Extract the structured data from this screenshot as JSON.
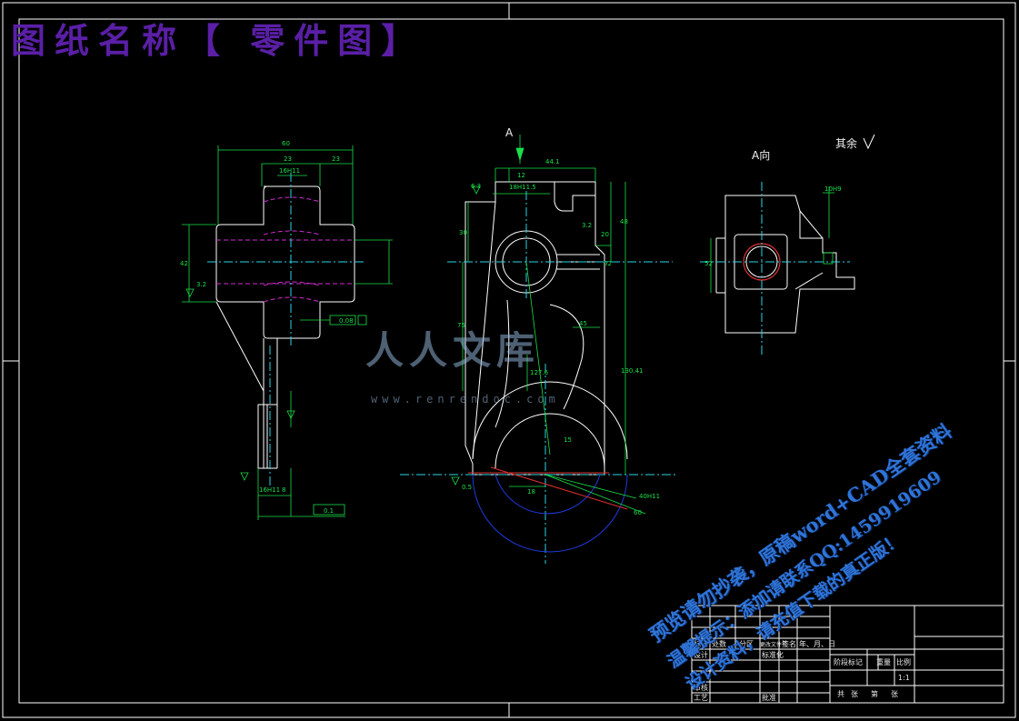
{
  "title": "图纸名称【 零件图】",
  "views": {
    "arrow_label": "A",
    "view_a_label": "A向",
    "surface_note": "其余"
  },
  "dimensions": {
    "d60": "60",
    "d23a": "23",
    "d23b": "23",
    "d16h": "16H11",
    "d42": "42",
    "d3_2": "3.2",
    "d0_08": "0.08",
    "d16h11": "16H11",
    "d8": "8",
    "d0_1": "0.1",
    "d6_3": "6.3",
    "d12": "12",
    "d44": "44.1",
    "d18h": "18H11.5",
    "d30": "30",
    "d48": "48",
    "d20": "20",
    "d52": "52",
    "d75": "75",
    "d45": "45",
    "d130": "130.41",
    "d127": "127.6",
    "d0_5": "0.5",
    "d18": "18",
    "d40h": "40H11",
    "d60b": "60",
    "d15": "15",
    "d3_2b": "3.2"
  },
  "logo": {
    "text": "人人文库",
    "url": "www.renrendoc.com"
  },
  "watermark": {
    "line1": "预览请勿抄袭，原稿word+CAD全套资料",
    "line2": "设计资料，请充值下载的真正版！",
    "line3": "温馨提示：添加请联系QQ:1459919609"
  },
  "title_block": {
    "biaoji": "标记",
    "chushu": "处数",
    "fenqu": "分区",
    "wenjian": "更改文件号",
    "qianming": "签名",
    "riqi": "年、月、日",
    "sheji": "设计",
    "biaozhunhua": "标准化",
    "shenhe": "审核",
    "gongyi": "工艺",
    "pizhun": "批准",
    "jieduan": "阶段标记",
    "zhongliang": "重量",
    "bili": "比例",
    "scale": "1:1",
    "gong": "共",
    "zhang1": "张",
    "di": "第",
    "zhang2": "张"
  },
  "colors": {
    "outline": "#ffffff",
    "dimension": "#19e04a",
    "center_line": "#2ad3e6",
    "hidden_line": "#d12dd1",
    "title": "#5a1fa6",
    "watermark": "#2f74d6"
  }
}
